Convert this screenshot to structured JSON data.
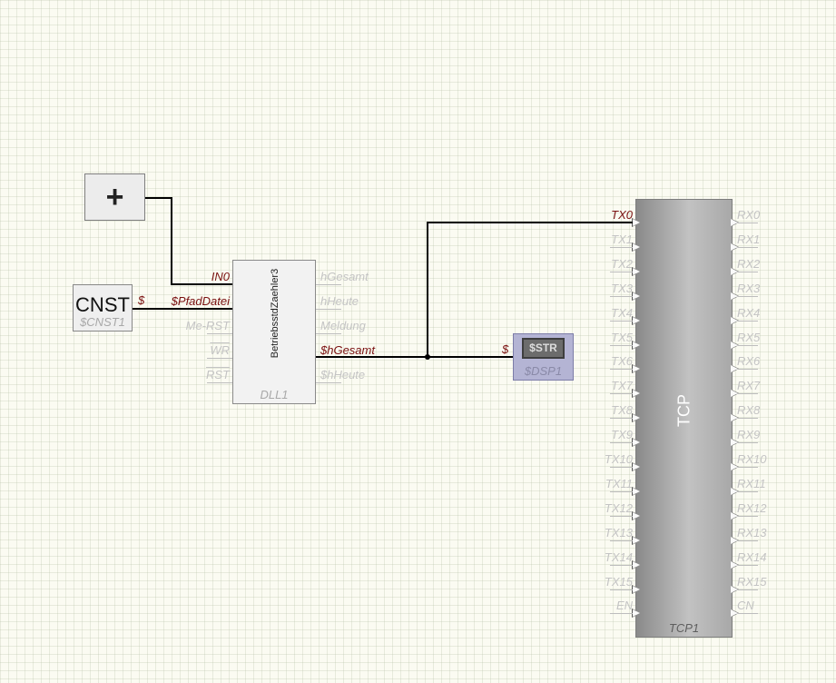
{
  "canvas": {
    "background_color": "#fbfbf2",
    "grid": true
  },
  "colors": {
    "active_pin": "#7a1010",
    "inactive_pin": "#c4c4c4",
    "wire": "#000000",
    "display_block": "#b4b4d4"
  },
  "plus_block": {
    "icon": "plus-icon",
    "symbol": "+"
  },
  "const_block": {
    "value": "CNST",
    "name": "$CNST1",
    "output_label": "$"
  },
  "dll_block": {
    "title": "BetriebsstdZaehler3",
    "name": "DLL1",
    "inputs": [
      "IN0",
      "$PfadDatei",
      "Me-RST",
      "WR",
      "RST"
    ],
    "input_active": [
      true,
      true,
      false,
      false,
      false
    ],
    "outputs": [
      "hGesamt",
      "hHeute",
      "Meldung",
      "$hGesamt",
      "$hHeute"
    ],
    "output_active": [
      false,
      false,
      false,
      true,
      false
    ]
  },
  "display_block": {
    "value": "$STR",
    "name": "$DSP1",
    "input_label": "$"
  },
  "tcp_block": {
    "title": "TCP",
    "name": "TCP1",
    "inputs": [
      "TX0",
      "TX1",
      "TX2",
      "TX3",
      "TX4",
      "TX5",
      "TX6",
      "TX7",
      "TX8",
      "TX9",
      "TX10",
      "TX11",
      "TX12",
      "TX13",
      "TX14",
      "TX15",
      "EN"
    ],
    "outputs": [
      "RX0",
      "RX1",
      "RX2",
      "RX3",
      "RX4",
      "RX5",
      "RX6",
      "RX7",
      "RX8",
      "RX9",
      "RX10",
      "RX11",
      "RX12",
      "RX13",
      "RX14",
      "RX15",
      "CN"
    ],
    "active_inputs": [
      "TX0"
    ]
  }
}
